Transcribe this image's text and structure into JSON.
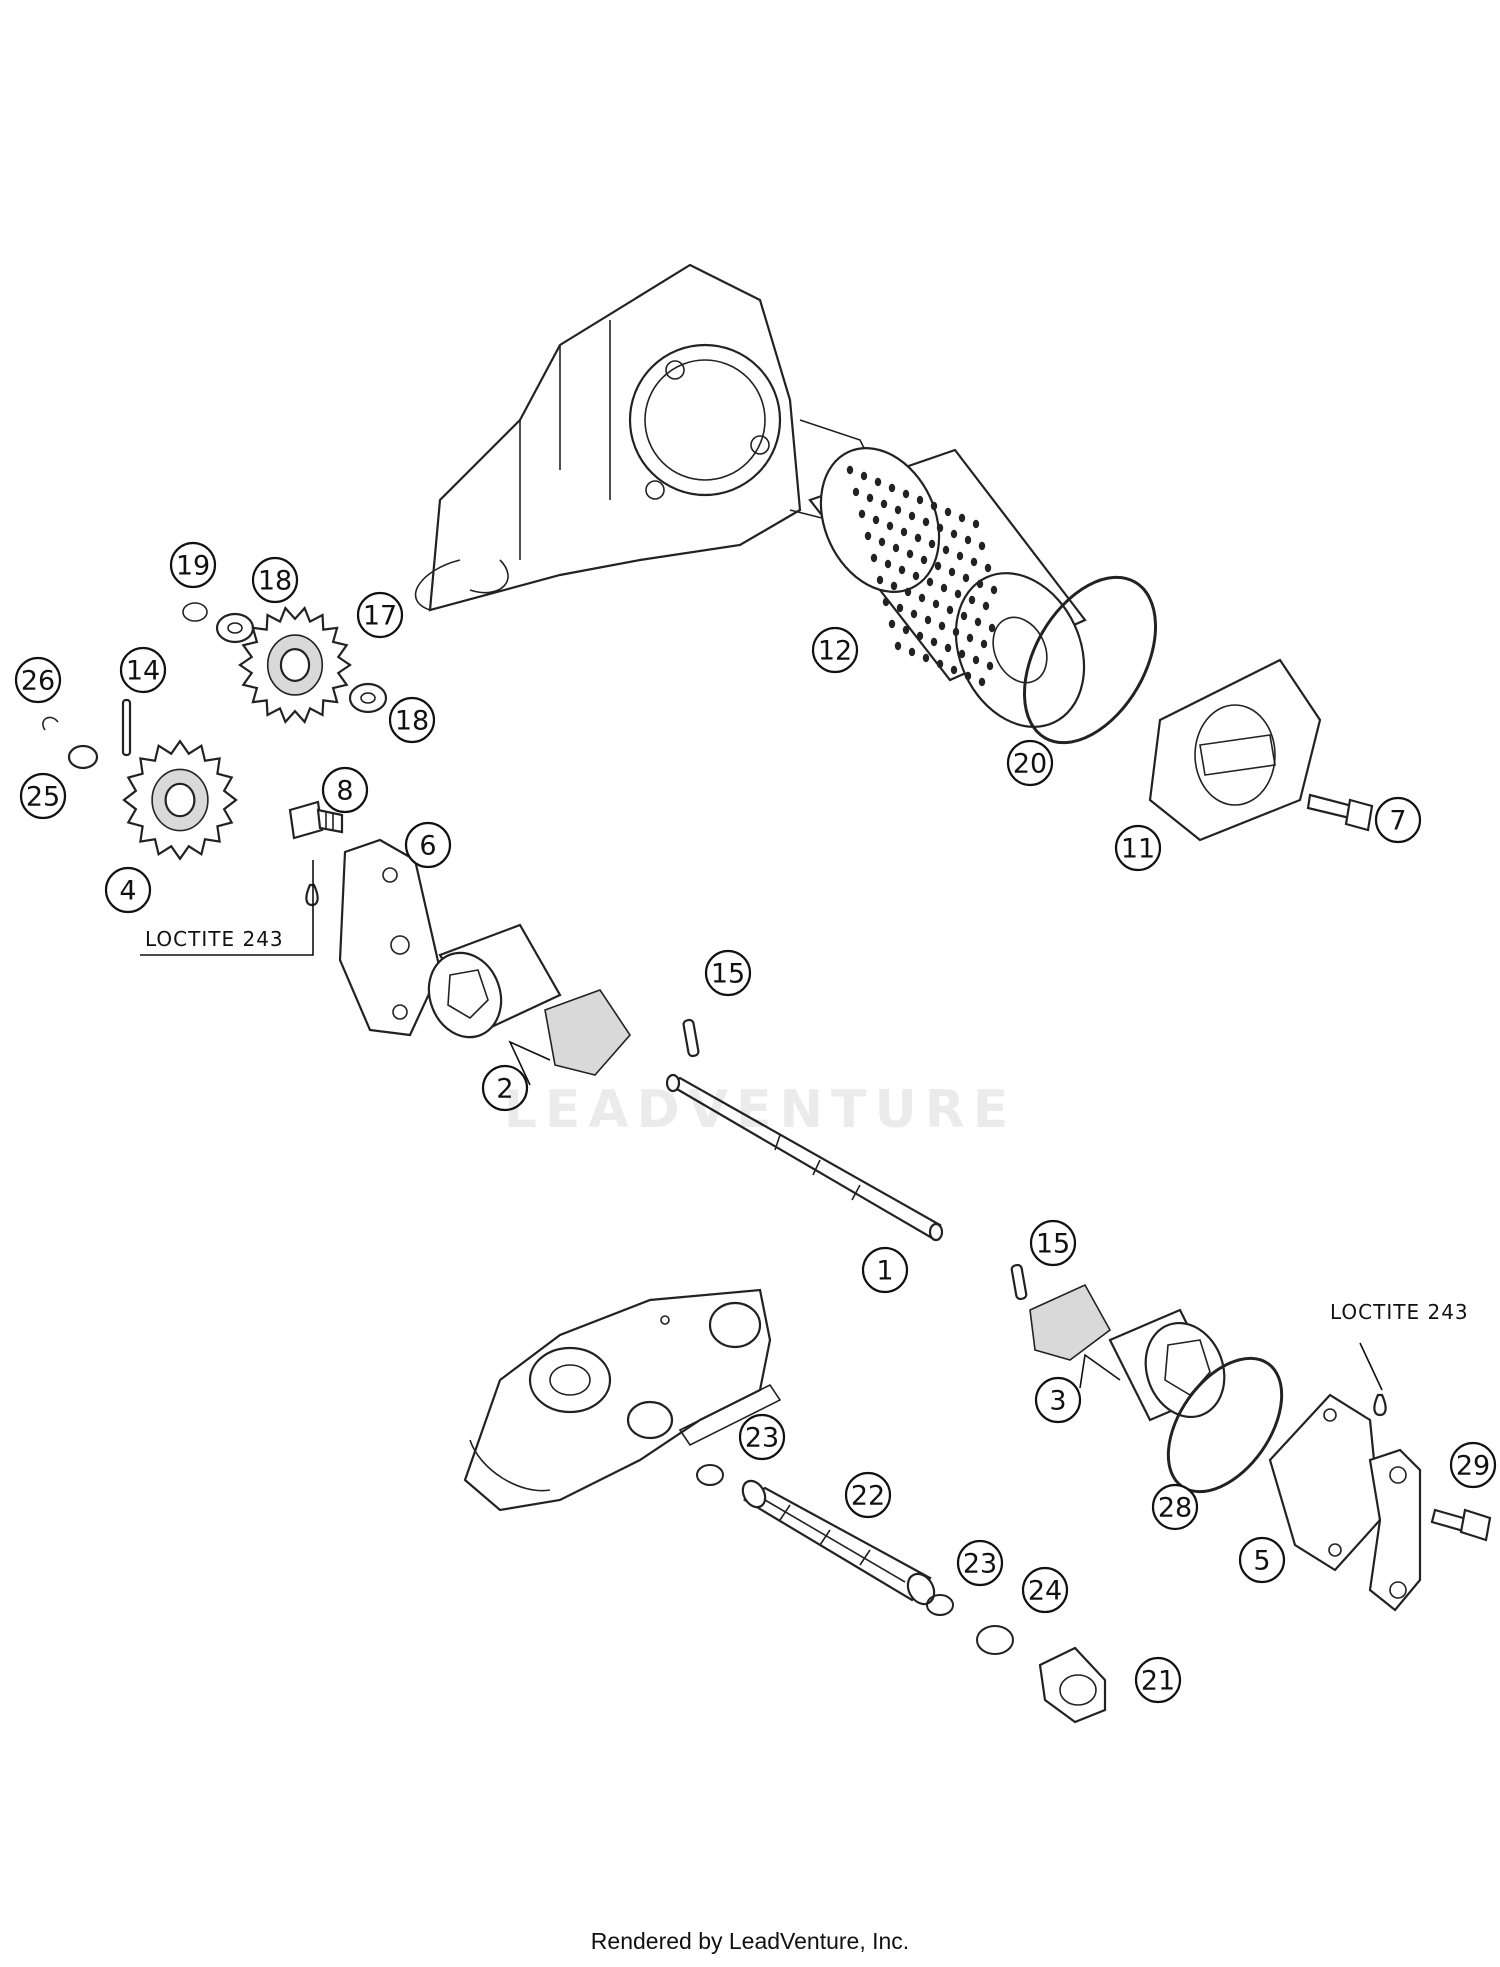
{
  "callouts": [
    "1",
    "2",
    "3",
    "4",
    "5",
    "6",
    "7",
    "8",
    "11",
    "12",
    "14",
    "15",
    "17",
    "18",
    "19",
    "20",
    "21",
    "22",
    "23",
    "24",
    "25",
    "26",
    "28",
    "29"
  ],
  "notes": {
    "loctite_left": "LOCTITE 243",
    "loctite_right": "LOCTITE 243"
  },
  "watermark": "LEADVENTURE",
  "footer": "Rendered by LeadVenture, Inc."
}
